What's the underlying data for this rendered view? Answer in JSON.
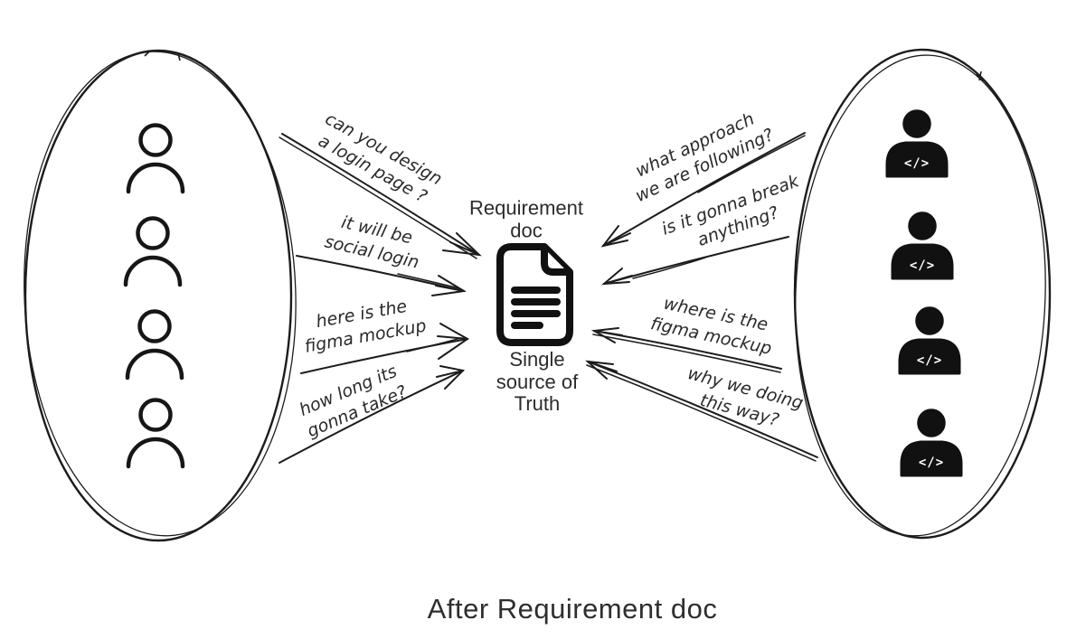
{
  "diagram": {
    "background": "#ffffff",
    "ink": "#1c1c1c",
    "caption": "After Requirement doc",
    "center": {
      "title": "Requirement\ndoc",
      "subtitle": "Single\nsource of\nTruth",
      "icon": "document-icon"
    },
    "left_group": {
      "icon": "user-outline-icon",
      "member_count": 4,
      "messages": [
        "can you design\na login page ?",
        "it will be\nsocial login",
        "here is the\nfigma mockup",
        "how long its\ngonna take?"
      ]
    },
    "right_group": {
      "icon": "developer-icon",
      "glyph": "</>",
      "member_count": 4,
      "messages": [
        "what approach\nwe are following?",
        "is it gonna break\nanything?",
        "where is the\nfigma mockup",
        "why we doing\nthis way?"
      ]
    }
  }
}
